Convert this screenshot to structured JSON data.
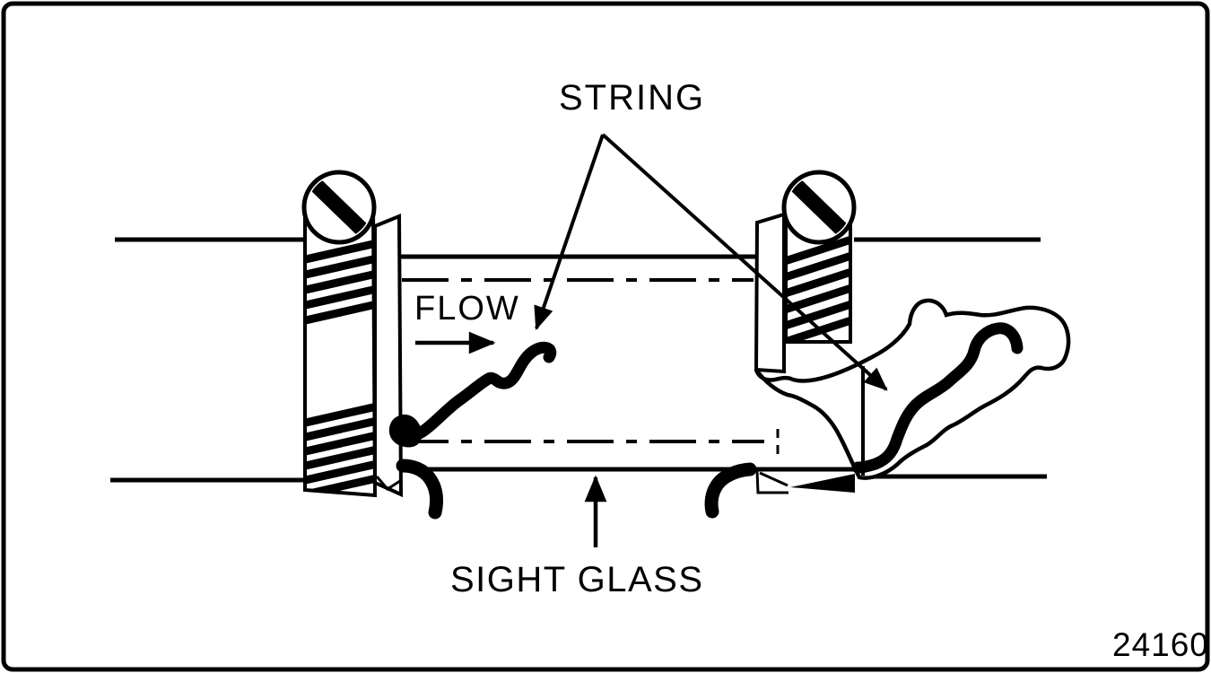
{
  "figure": {
    "labels": {
      "string": "STRING",
      "flow": "FLOW",
      "sight_glass": "SIGHT GLASS",
      "figure_number": "24160"
    },
    "colors": {
      "ink": "#000000",
      "background": "#ffffff"
    }
  }
}
